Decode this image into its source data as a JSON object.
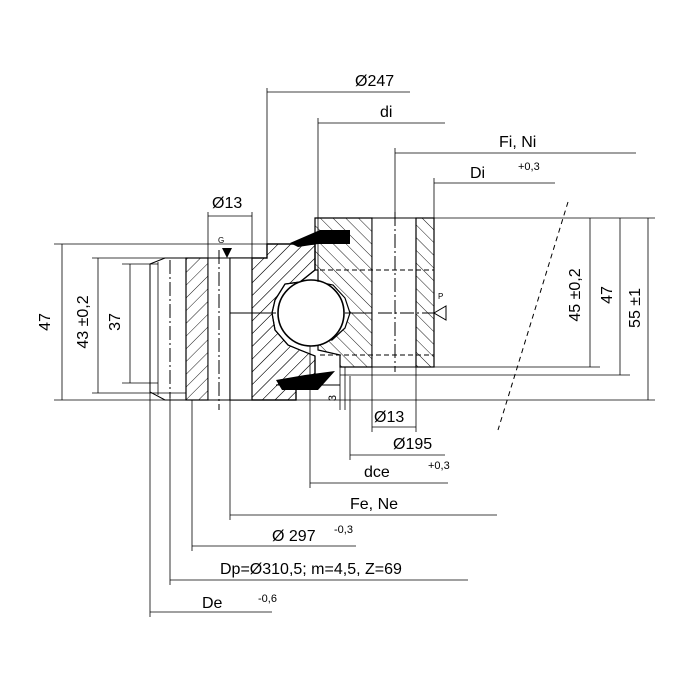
{
  "labels": {
    "d247": "Ø247",
    "di": "di",
    "fi_ni": "Fi, Ni",
    "Di": "Di",
    "Di_tol": "+0,3",
    "d13_top": "Ø13",
    "G": "G",
    "P": "P",
    "h47_left": "47",
    "h43": "43 ±0,2",
    "h37": "37",
    "h45": "45 ±0,2",
    "h47_right": "47",
    "h55": "55 ±1",
    "dim3": "3",
    "d13_bottom": "Ø13",
    "d195": "Ø195",
    "dce": "dce",
    "dce_tol": "+0,3",
    "fe_ne": "Fe, Ne",
    "d297": "Ø 297",
    "d297_tol": "-0,3",
    "gear": "Dp=Ø310,5; m=4,5, Z=69",
    "De": "De",
    "De_tol": "-0,6"
  }
}
